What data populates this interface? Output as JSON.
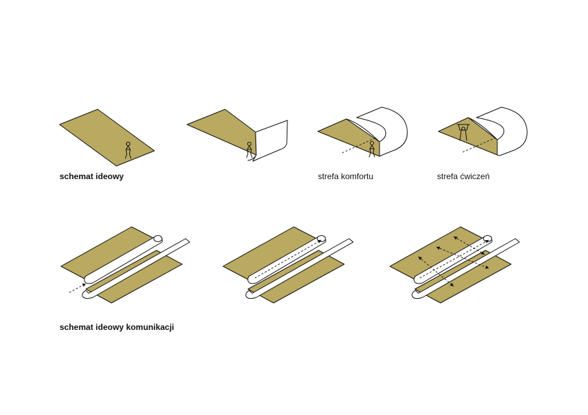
{
  "labels": {
    "concept": "schemat ideowy",
    "comfort_zone": "strefa komfortu",
    "exercise_zone": "strefa ćwiczeń",
    "communication_concept": "schemat ideowy komunikacji"
  },
  "colors": {
    "surface": "#b9a961",
    "paper": "#ffffff",
    "outline": "#111111"
  }
}
